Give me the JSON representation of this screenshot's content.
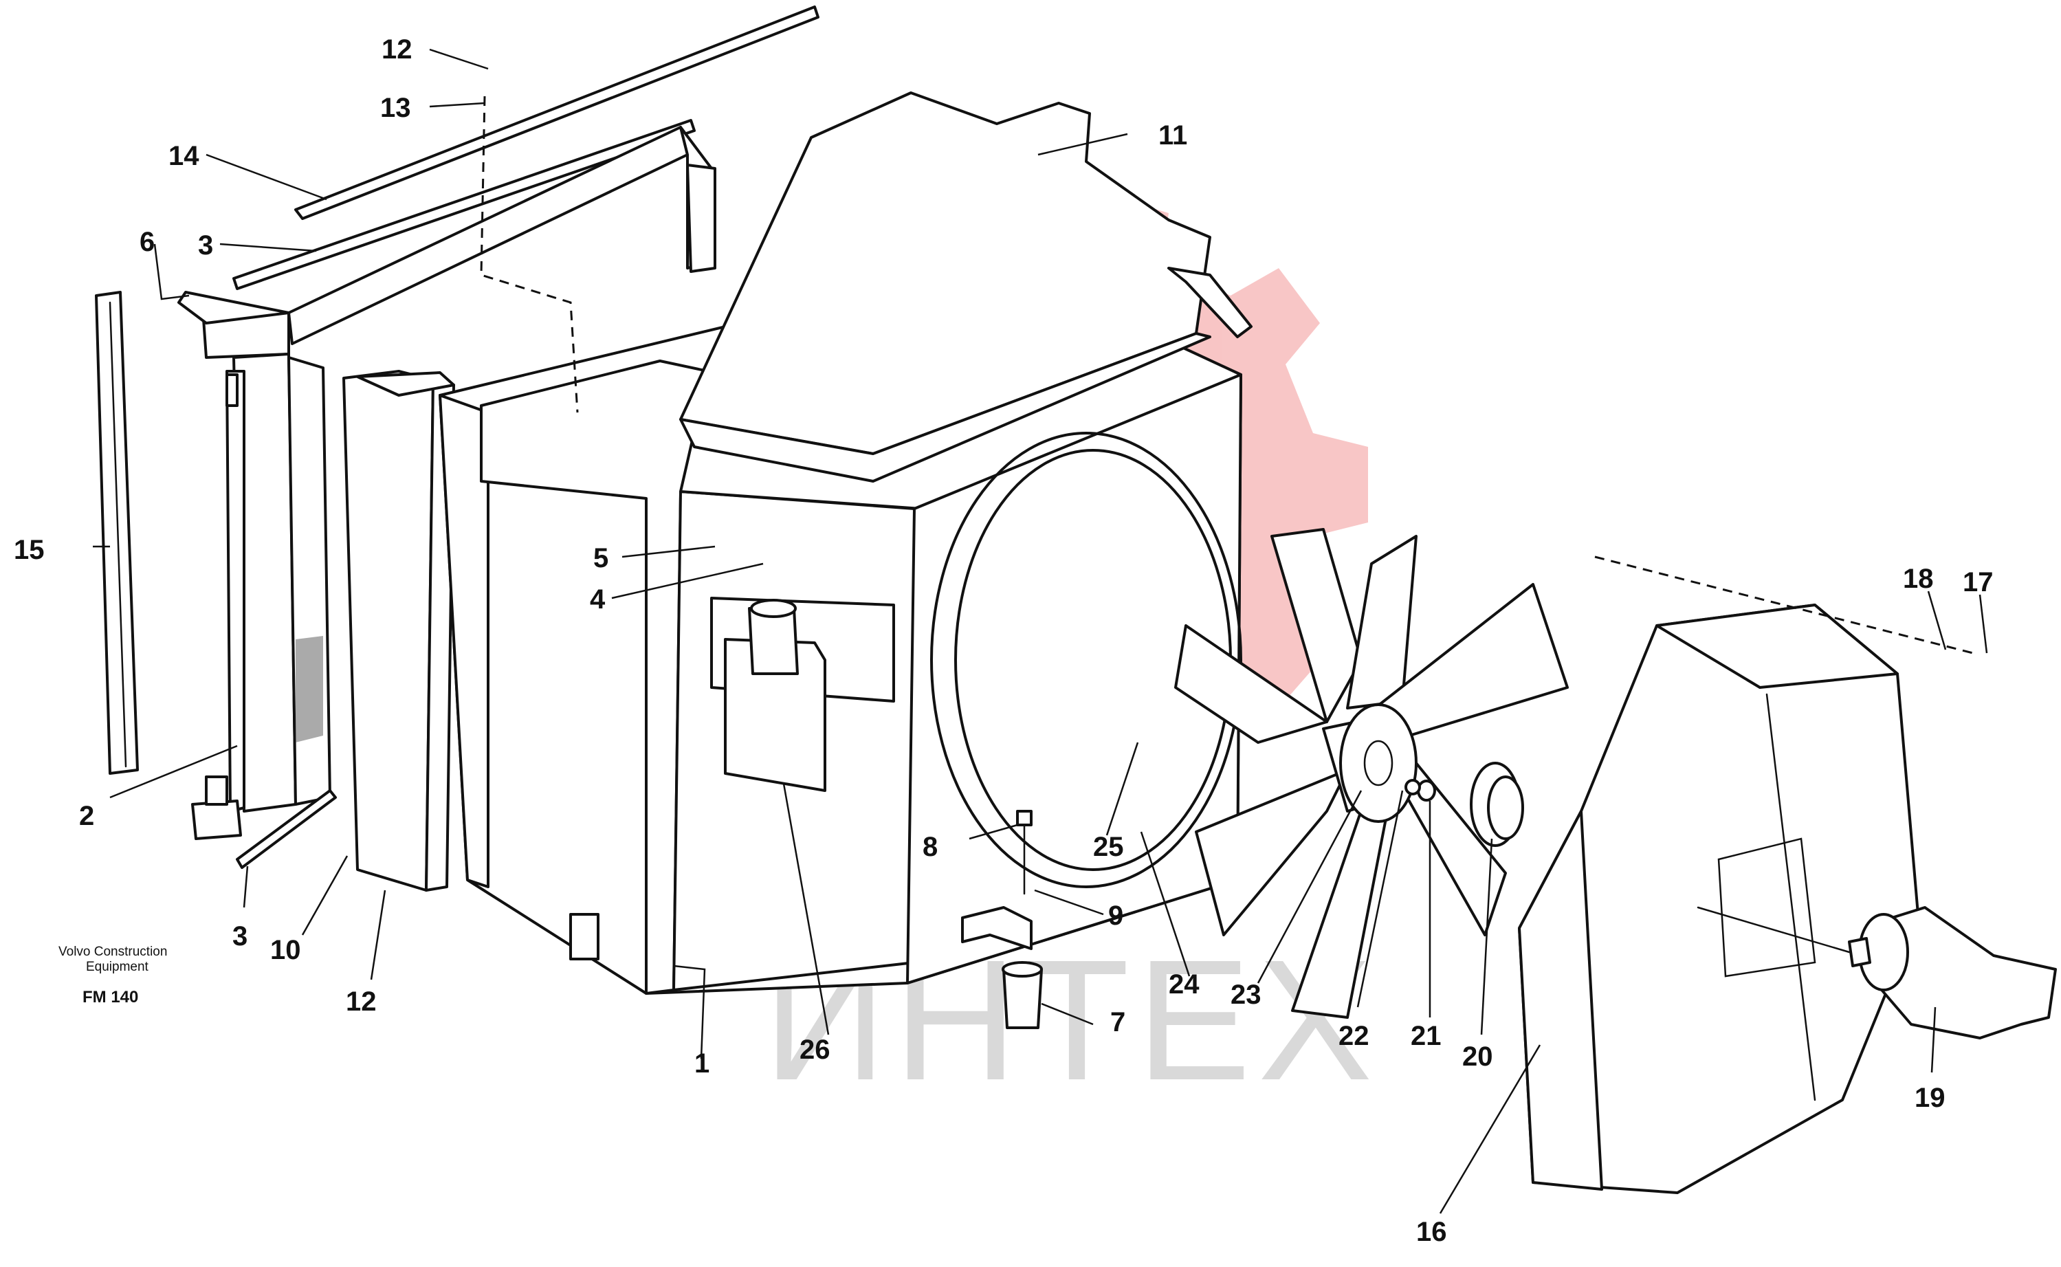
{
  "watermark": {
    "text": "ИНТЕХ",
    "color": "#f08080"
  },
  "maker_note": {
    "line1": "Volvo Construction",
    "line2": "Equipment",
    "model": "FM 140"
  },
  "callouts": [
    {
      "id": "c1",
      "label": "1"
    },
    {
      "id": "c2",
      "label": "2"
    },
    {
      "id": "c3a",
      "label": "3"
    },
    {
      "id": "c3b",
      "label": "3"
    },
    {
      "id": "c4",
      "label": "4"
    },
    {
      "id": "c5",
      "label": "5"
    },
    {
      "id": "c6",
      "label": "6"
    },
    {
      "id": "c7",
      "label": "7"
    },
    {
      "id": "c8",
      "label": "8"
    },
    {
      "id": "c9",
      "label": "9"
    },
    {
      "id": "c10",
      "label": "10"
    },
    {
      "id": "c11",
      "label": "11"
    },
    {
      "id": "c12a",
      "label": "12"
    },
    {
      "id": "c12b",
      "label": "12"
    },
    {
      "id": "c13",
      "label": "13"
    },
    {
      "id": "c14",
      "label": "14"
    },
    {
      "id": "c15",
      "label": "15"
    },
    {
      "id": "c16",
      "label": "16"
    },
    {
      "id": "c17",
      "label": "17"
    },
    {
      "id": "c18",
      "label": "18"
    },
    {
      "id": "c19",
      "label": "19"
    },
    {
      "id": "c20",
      "label": "20"
    },
    {
      "id": "c21",
      "label": "21"
    },
    {
      "id": "c22",
      "label": "22"
    },
    {
      "id": "c23",
      "label": "23"
    },
    {
      "id": "c24",
      "label": "24"
    },
    {
      "id": "c25",
      "label": "25"
    },
    {
      "id": "c26",
      "label": "26"
    }
  ]
}
